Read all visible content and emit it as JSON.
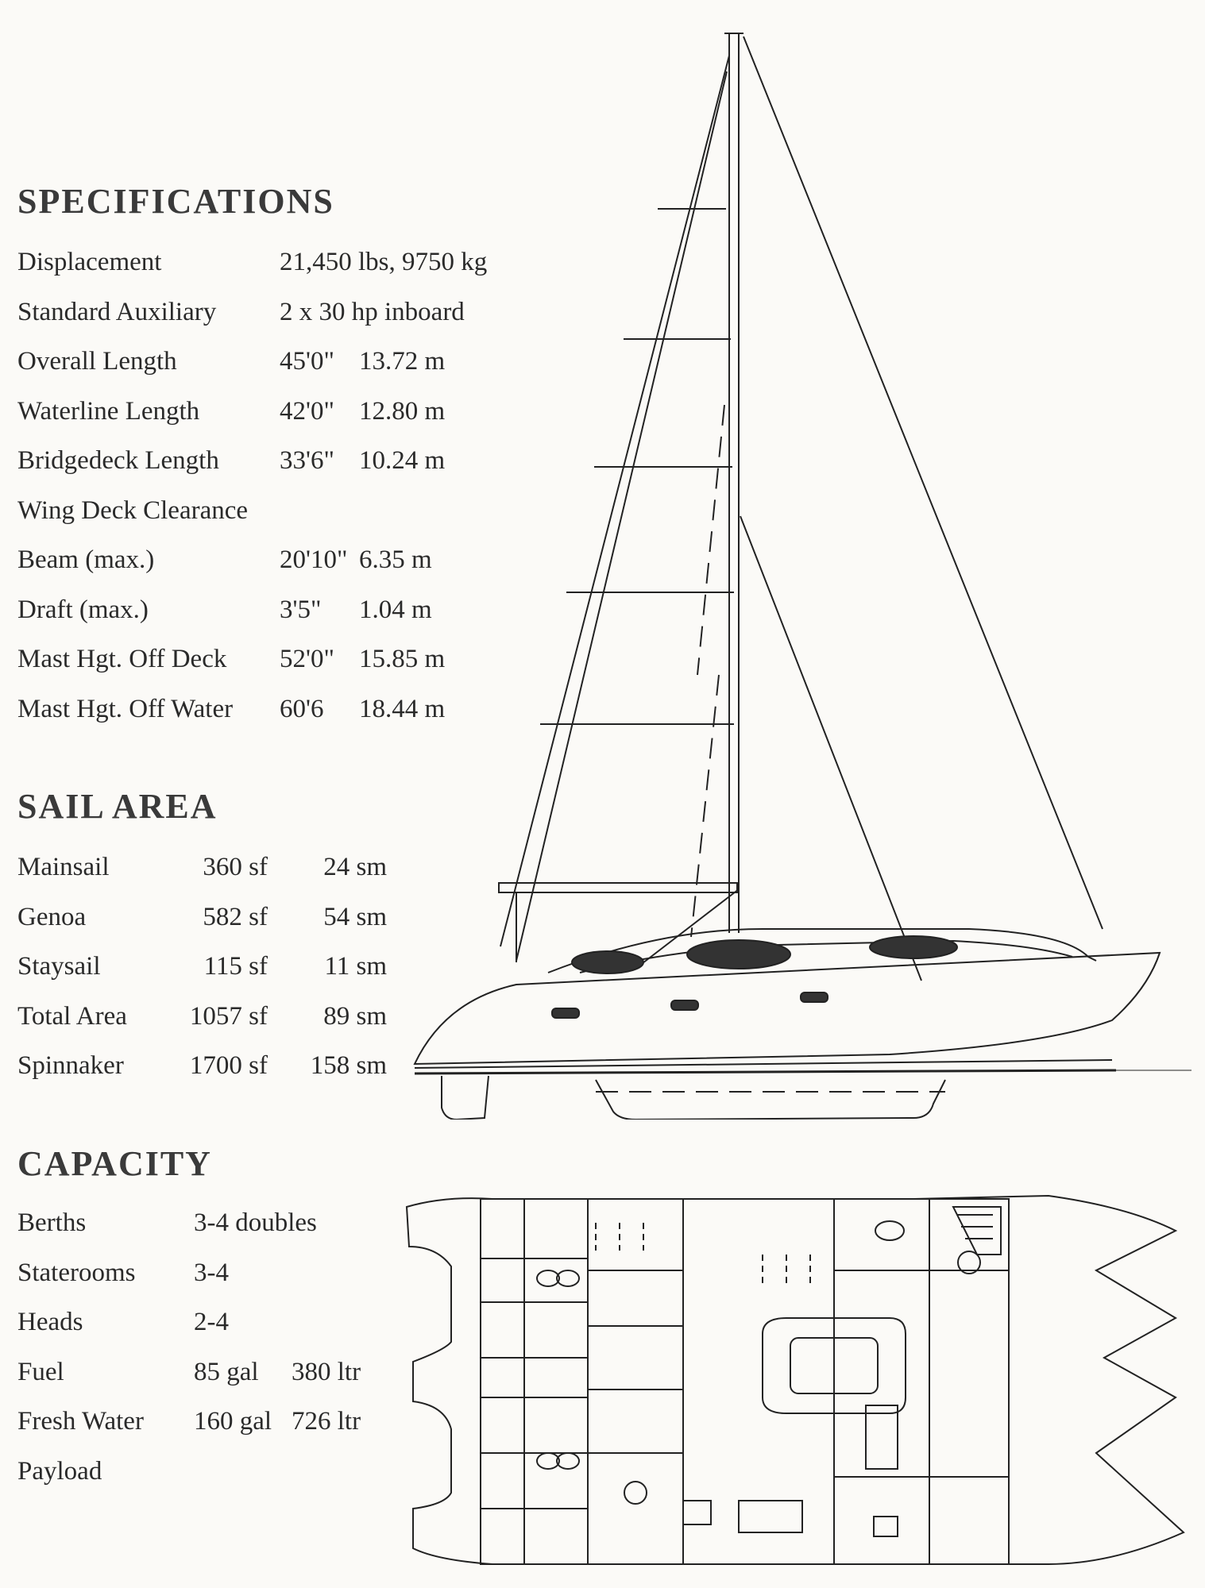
{
  "specifications": {
    "heading": "SPECIFICATIONS",
    "rows": [
      {
        "label": "Displacement",
        "imperial": "21,450 lbs, 9750 kg",
        "metric": ""
      },
      {
        "label": "Standard Auxiliary",
        "imperial": "2 x 30 hp inboard",
        "metric": ""
      },
      {
        "label": "Overall Length",
        "imperial": "45'0\"",
        "metric": "13.72 m"
      },
      {
        "label": "Waterline Length",
        "imperial": "42'0\"",
        "metric": "12.80 m"
      },
      {
        "label": "Bridgedeck Length",
        "imperial": "33'6\"",
        "metric": "10.24 m"
      },
      {
        "label": "Wing Deck Clearance",
        "imperial": "",
        "metric": ""
      },
      {
        "label": "Beam (max.)",
        "imperial": "20'10\"",
        "metric": "6.35 m"
      },
      {
        "label": "Draft (max.)",
        "imperial": "3'5\"",
        "metric": "1.04 m"
      },
      {
        "label": "Mast Hgt. Off Deck",
        "imperial": "52'0\"",
        "metric": "15.85 m"
      },
      {
        "label": "Mast Hgt. Off Water",
        "imperial": "60'6",
        "metric": "18.44 m"
      }
    ]
  },
  "sail_area": {
    "heading": "SAIL AREA",
    "rows": [
      {
        "label": "Mainsail",
        "sf": "360 sf",
        "sm": "24 sm"
      },
      {
        "label": "Genoa",
        "sf": "582 sf",
        "sm": "54 sm"
      },
      {
        "label": "Staysail",
        "sf": "115 sf",
        "sm": "11 sm"
      },
      {
        "label": "Total Area",
        "sf": "1057 sf",
        "sm": "89 sm"
      },
      {
        "label": "Spinnaker",
        "sf": "1700 sf",
        "sm": "158 sm"
      }
    ]
  },
  "capacity": {
    "heading": "CAPACITY",
    "rows": [
      {
        "label": "Berths",
        "value": "3-4 doubles",
        "metric": ""
      },
      {
        "label": "Staterooms",
        "value": "3-4",
        "metric": ""
      },
      {
        "label": "Heads",
        "value": "2-4",
        "metric": ""
      },
      {
        "label": "Fuel",
        "value": "85 gal",
        "metric": "380 ltr"
      },
      {
        "label": "Fresh Water",
        "value": "160 gal",
        "metric": "726 ltr"
      },
      {
        "label": "Payload",
        "value": "",
        "metric": ""
      }
    ]
  },
  "drawings": {
    "profile": "sailboat-profile-icon",
    "plan": "deck-plan-icon"
  }
}
